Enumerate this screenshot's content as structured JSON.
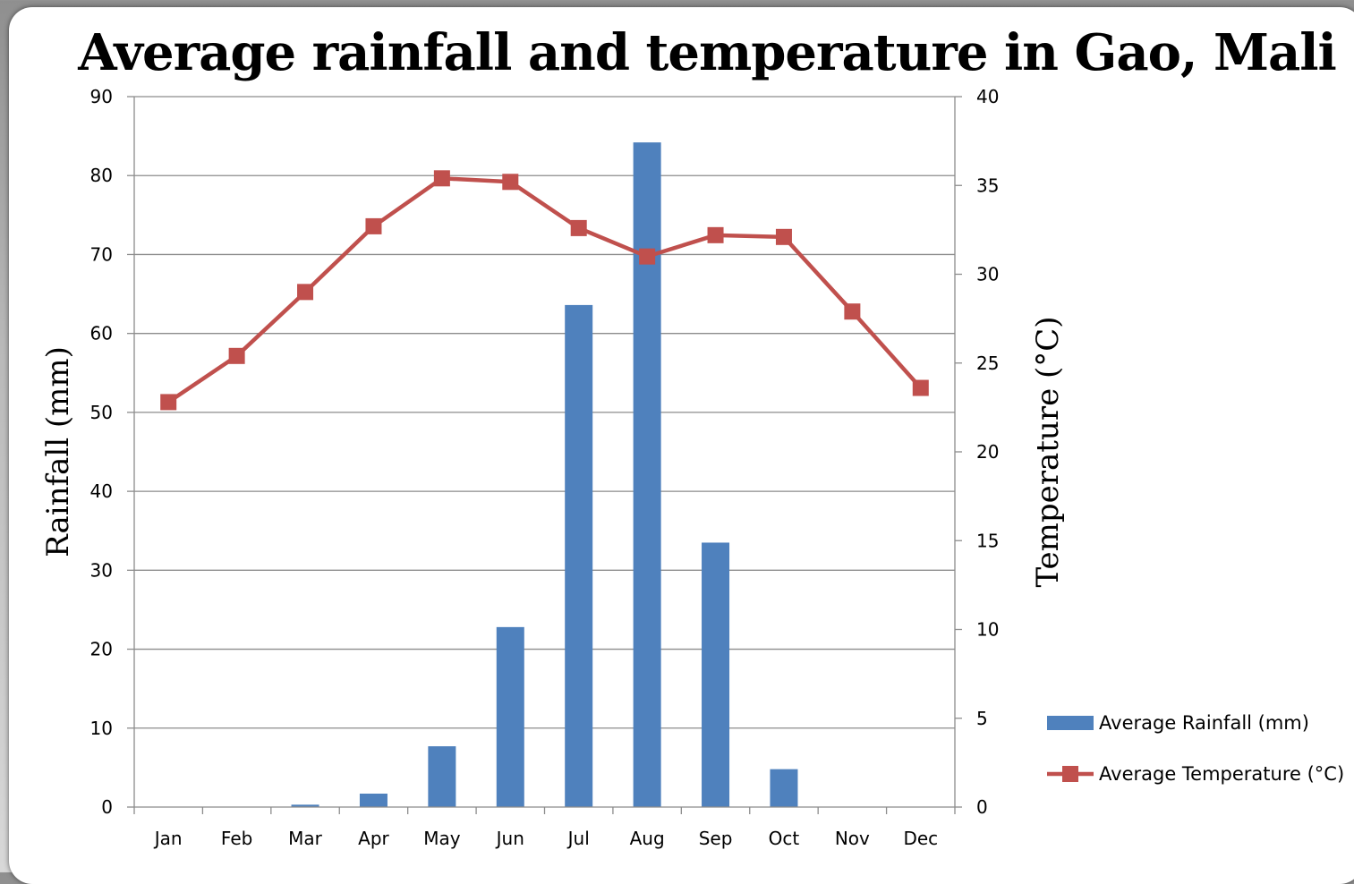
{
  "chart_data": {
    "type": "bar",
    "title": "Average rainfall and temperature in Gao, Mali",
    "categories": [
      "Jan",
      "Feb",
      "Mar",
      "Apr",
      "May",
      "Jun",
      "Jul",
      "Aug",
      "Sep",
      "Oct",
      "Nov",
      "Dec"
    ],
    "ylabel": "Rainfall (mm)",
    "y2label": "Temperature (°C)",
    "ylim": [
      0,
      90
    ],
    "y2lim": [
      0,
      40
    ],
    "yticks": [
      0,
      10,
      20,
      30,
      40,
      50,
      60,
      70,
      80,
      90
    ],
    "y2ticks": [
      0,
      5,
      10,
      15,
      20,
      25,
      30,
      35,
      40
    ],
    "grid": true,
    "legend_position": "right",
    "series": [
      {
        "name": "Average Rainfall (mm)",
        "type": "bar",
        "axis": "left",
        "color": "#4f81bd",
        "values": [
          0,
          0,
          0.3,
          1.7,
          7.7,
          22.8,
          63.6,
          84.2,
          33.5,
          4.8,
          0,
          0
        ]
      },
      {
        "name": "Average Temperature (°C)",
        "type": "line",
        "axis": "right",
        "color": "#c0504d",
        "values": [
          22.8,
          25.4,
          29.0,
          32.7,
          35.4,
          35.2,
          32.6,
          31.0,
          32.2,
          32.1,
          27.9,
          23.6
        ]
      }
    ]
  }
}
